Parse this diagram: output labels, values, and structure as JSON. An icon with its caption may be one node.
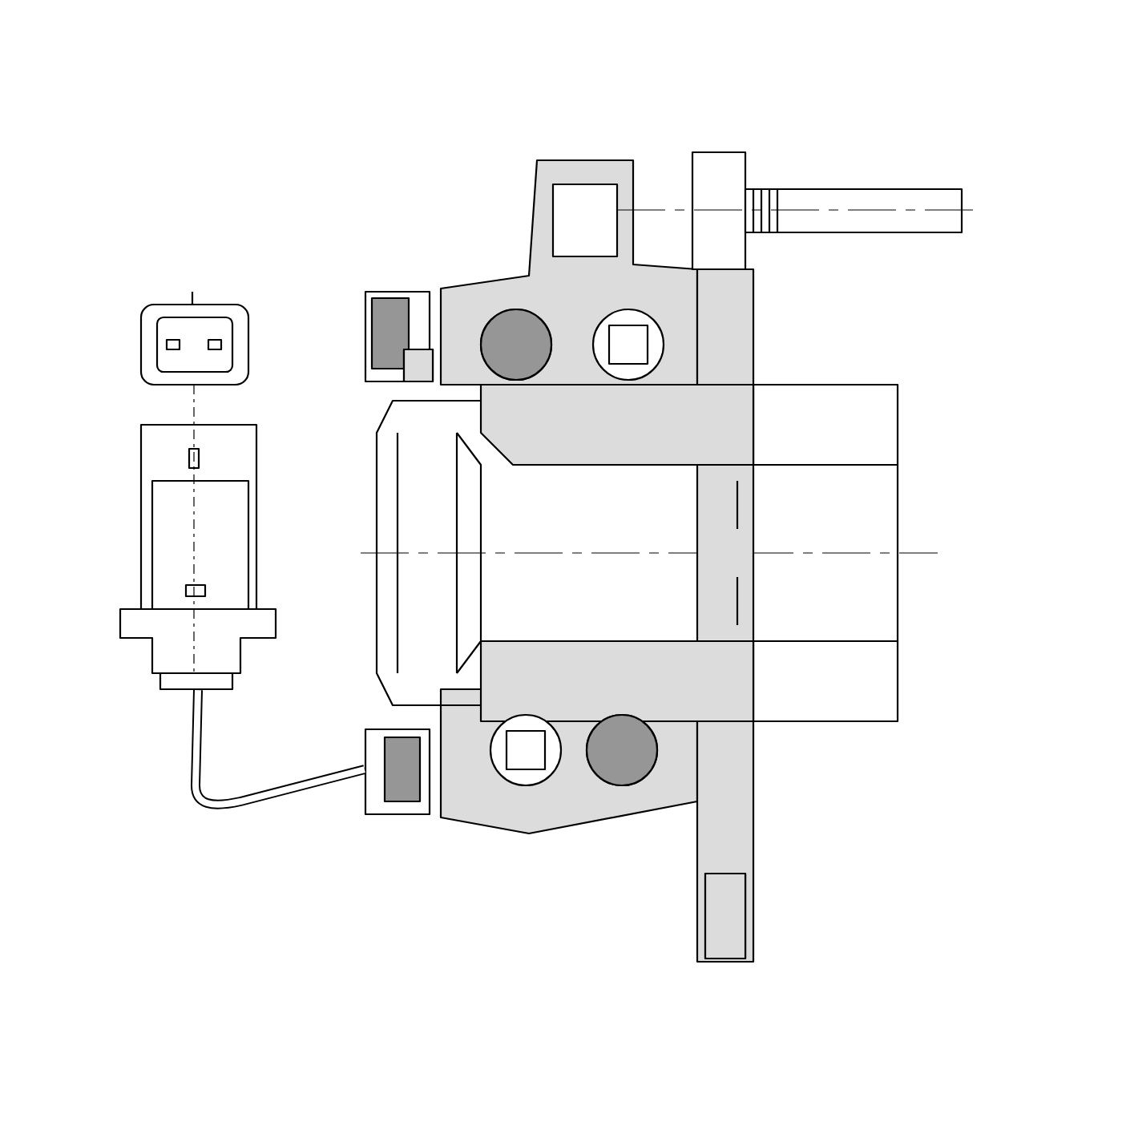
{
  "diagram": {
    "nodes": [
      {
        "text": [],
        "shape": "picture"
      },
      {
        "text": [],
        "shape": "picture"
      }
    ],
    "edges": [
      {
        "from": 0,
        "to": 1,
        "arrow": "none"
      }
    ]
  }
}
